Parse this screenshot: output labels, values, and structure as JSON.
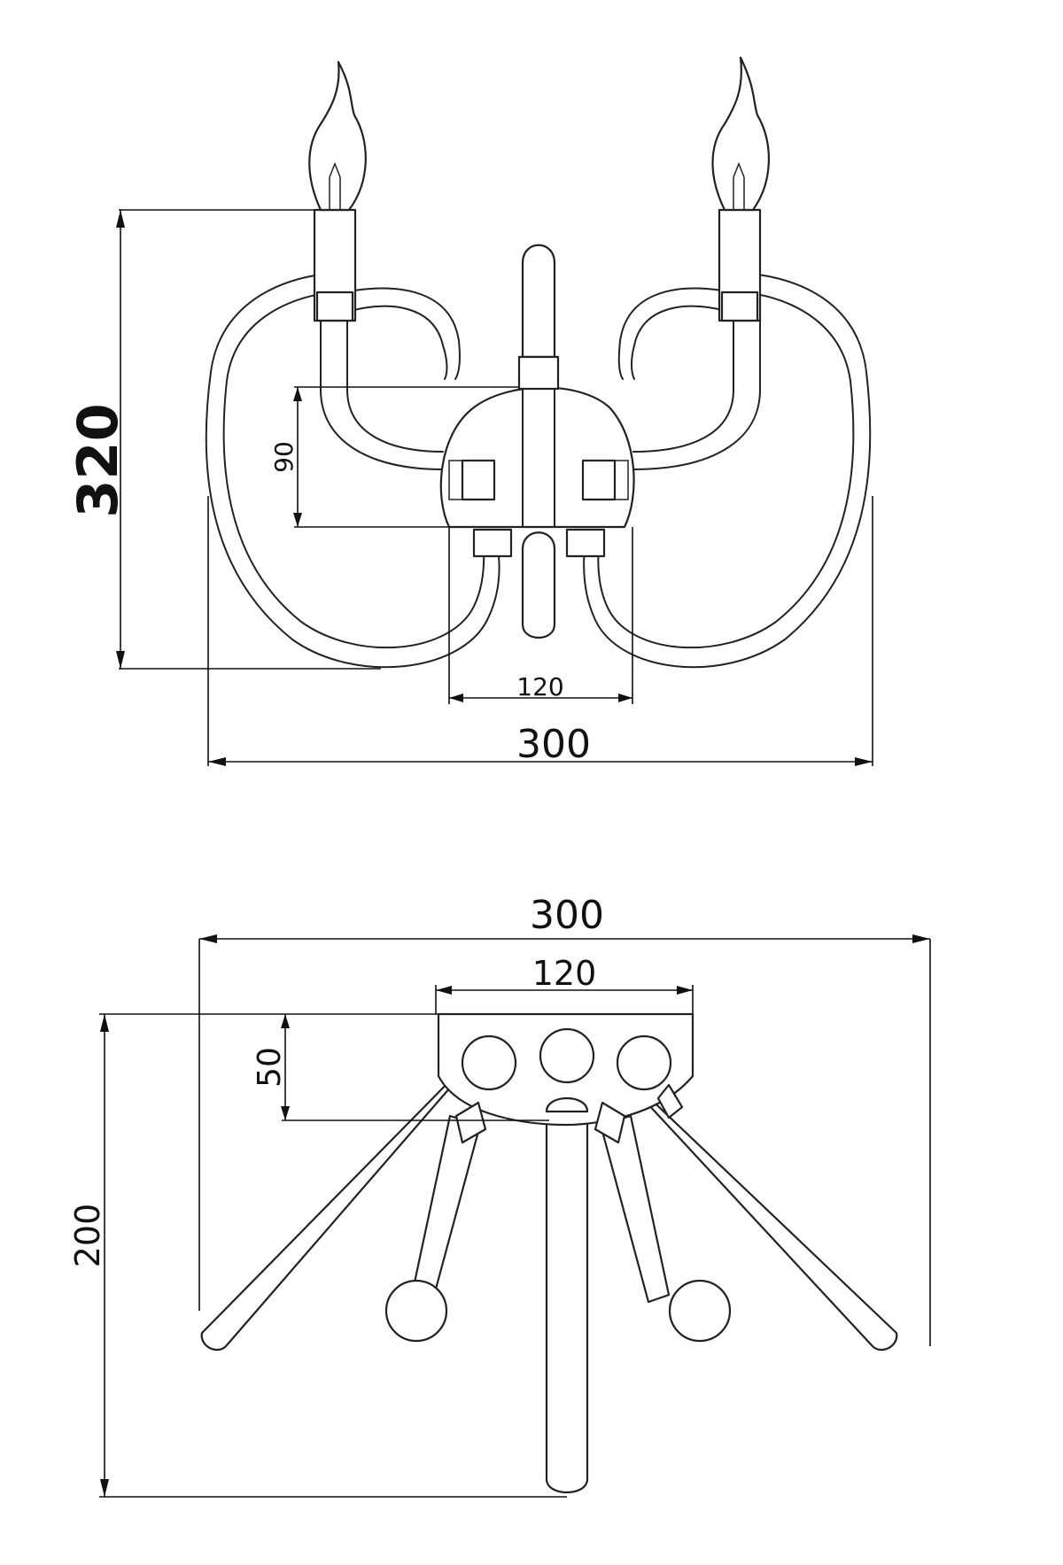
{
  "front_view": {
    "height_label": "320",
    "width_label": "300",
    "backplate_width_label": "120",
    "backplate_height_label": "90"
  },
  "top_view": {
    "width_label": "300",
    "backplate_width_label": "120",
    "backplate_depth_label": "50",
    "depth_label": "200"
  }
}
